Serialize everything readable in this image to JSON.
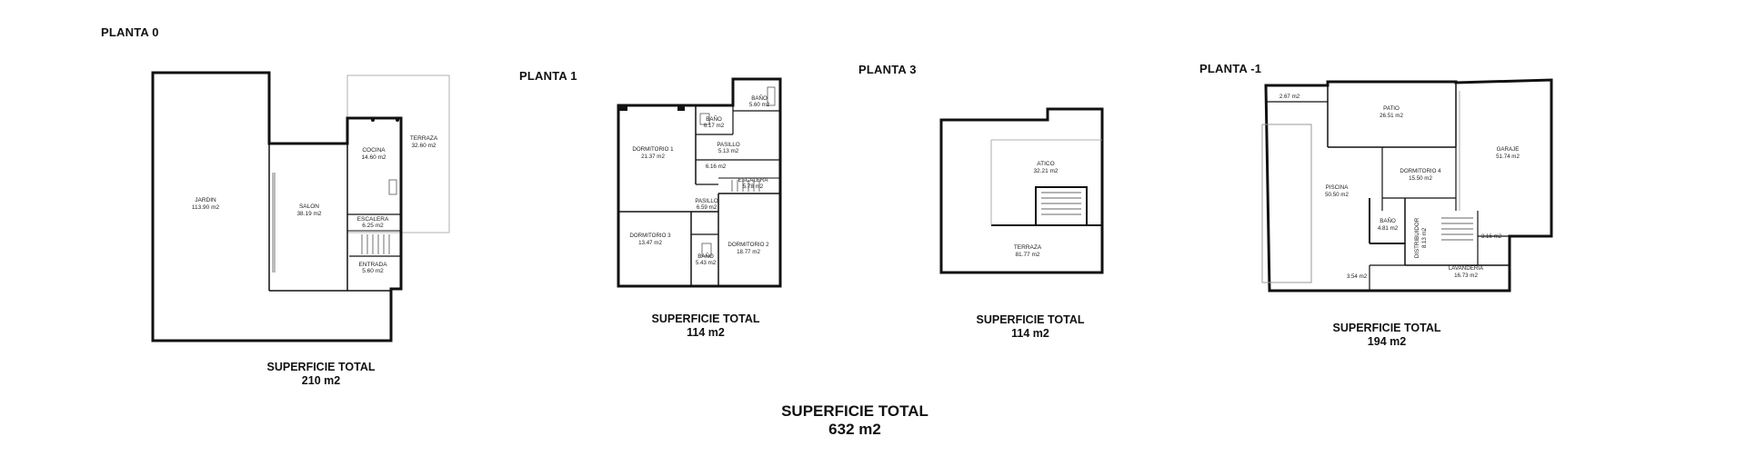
{
  "levels": [
    {
      "title": "PLANTA 0",
      "total_label": "SUPERFICIE TOTAL",
      "total_value": "210 m2",
      "rooms": [
        {
          "name": "JARDIN",
          "area": "113.90 m2"
        },
        {
          "name": "SALON",
          "area": "38.19 m2"
        },
        {
          "name": "COCINA",
          "area": "14.60 m2"
        },
        {
          "name": "TERRAZA",
          "area": "32.60 m2"
        },
        {
          "name": "ESCALERA",
          "area": "6.25 m2"
        },
        {
          "name": "ENTRADA",
          "area": "5.60 m2"
        }
      ]
    },
    {
      "title": "PLANTA 1",
      "total_label": "SUPERFICIE TOTAL",
      "total_value": "114 m2",
      "rooms": [
        {
          "name": "BAÑO",
          "area": "5.60 m2"
        },
        {
          "name": "BAÑO",
          "area": "6.17 m2"
        },
        {
          "name": "PASILLO",
          "area": "5.13 m2"
        },
        {
          "name": "DORMITORIO 1",
          "area": "21.37 m2"
        },
        {
          "name": "",
          "area": "6.16 m2"
        },
        {
          "name": "ESCALERA",
          "area": "5.78 m2"
        },
        {
          "name": "PASILLO",
          "area": "6.59 m2"
        },
        {
          "name": "DORMITORIO 3",
          "area": "13.47 m2"
        },
        {
          "name": "DORMITORIO 2",
          "area": "18.77 m2"
        },
        {
          "name": "BAÑO",
          "area": "5.43 m2"
        }
      ]
    },
    {
      "title": "PLANTA 3",
      "total_label": "SUPERFICIE TOTAL",
      "total_value": "114 m2",
      "rooms": [
        {
          "name": "ATICO",
          "area": "32.21 m2"
        },
        {
          "name": "TERRAZA",
          "area": "81.77 m2"
        }
      ]
    },
    {
      "title": "PLANTA -1",
      "total_label": "SUPERFICIE TOTAL",
      "total_value": "194 m2",
      "rooms": [
        {
          "name": "",
          "area": "2.67 m2"
        },
        {
          "name": "PATIO",
          "area": "26.51 m2"
        },
        {
          "name": "GARAJE",
          "area": "51.74 m2"
        },
        {
          "name": "DORMITORIO 4",
          "area": "15.50 m2"
        },
        {
          "name": "PISCINA",
          "area": "50.50 m2"
        },
        {
          "name": "BAÑO",
          "area": "4.81 m2"
        },
        {
          "name": "DISTRIBUIDOR",
          "area": "8.13 m2"
        },
        {
          "name": "",
          "area": "3.16 m2"
        },
        {
          "name": "",
          "area": "3.54 m2"
        },
        {
          "name": "LAVANDERIA",
          "area": "16.73 m2"
        }
      ]
    }
  ],
  "grand_total": {
    "label": "SUPERFICIE TOTAL",
    "value": "632 m2"
  }
}
